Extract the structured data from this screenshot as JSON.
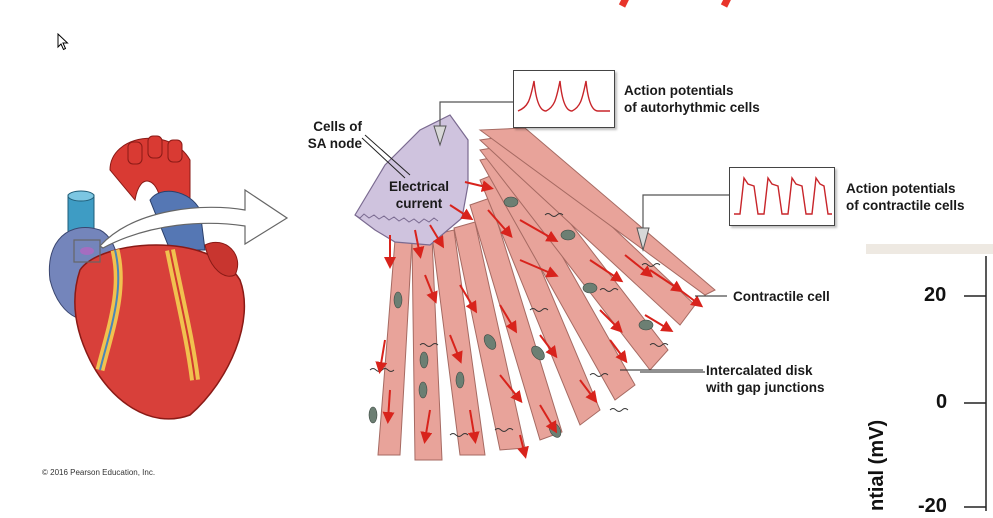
{
  "labels": {
    "sa_node": "Cells of\nSA node",
    "electrical_current": "Electrical\ncurrent",
    "ap_autorhythmic": "Action potentials\nof autorhythmic cells",
    "ap_contractile": "Action potentials\nof contractile cells",
    "contractile_cell": "Contractile cell",
    "intercalated_disk": "Intercalated disk\nwith gap junctions"
  },
  "copyright": "© 2016 Pearson Education, Inc.",
  "right_panel": {
    "y_axis_label": "ntial (mV)",
    "ticks": [
      "20",
      "0",
      "-20"
    ]
  },
  "colors": {
    "title_red": "#e8342a",
    "muscle_pink": "#e8a39a",
    "sa_node_purple": "#cfc3de",
    "arrow_red": "#d8231c",
    "trace_red": "#c8252a"
  },
  "icons": {
    "cursor": "mouse-pointer-icon",
    "heart": "heart-illustration",
    "pointer_arrow": "curved-arrow-icon"
  }
}
